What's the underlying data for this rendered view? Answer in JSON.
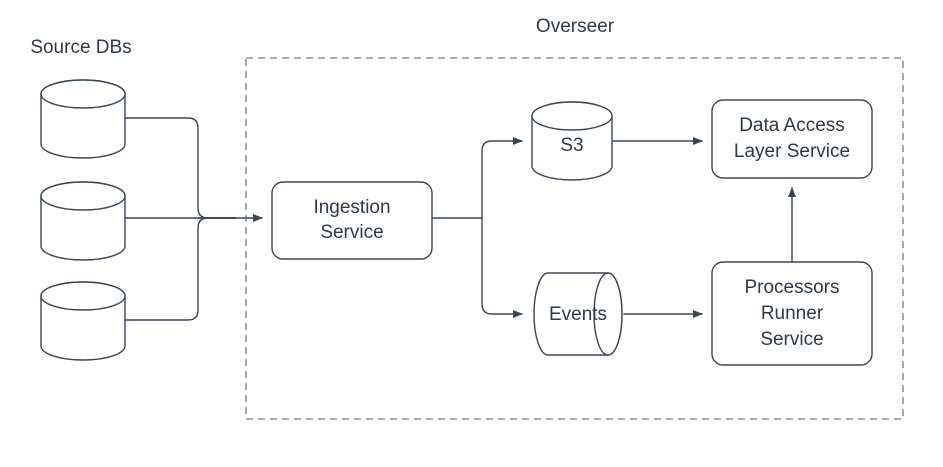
{
  "diagram": {
    "title_left": "Source DBs",
    "boundary_label": "Overseer",
    "stroke_color": "#3b4654",
    "text_color": "#2f3a45",
    "boundary_color": "#8c93a0",
    "background": "#ffffff",
    "nodes": {
      "db1": {
        "label": "",
        "shape": "cylinder"
      },
      "db2": {
        "label": "",
        "shape": "cylinder"
      },
      "db3": {
        "label": "",
        "shape": "cylinder"
      },
      "ingestion": {
        "line1": "Ingestion",
        "line2": "Service",
        "shape": "rounded-rect"
      },
      "s3": {
        "label": "S3",
        "shape": "cylinder"
      },
      "events": {
        "label": "Events",
        "shape": "horizontal-cylinder"
      },
      "dal": {
        "line1": "Data Access",
        "line2": "Layer Service",
        "shape": "rounded-rect"
      },
      "processors": {
        "line1": "Processors",
        "line2": "Runner",
        "line3": "Service",
        "shape": "rounded-rect"
      }
    },
    "edges": [
      {
        "from": "db1",
        "to": "ingestion"
      },
      {
        "from": "db2",
        "to": "ingestion"
      },
      {
        "from": "db3",
        "to": "ingestion"
      },
      {
        "from": "ingestion",
        "to": "s3"
      },
      {
        "from": "ingestion",
        "to": "events"
      },
      {
        "from": "s3",
        "to": "dal"
      },
      {
        "from": "events",
        "to": "processors"
      },
      {
        "from": "processors",
        "to": "dal"
      }
    ]
  }
}
